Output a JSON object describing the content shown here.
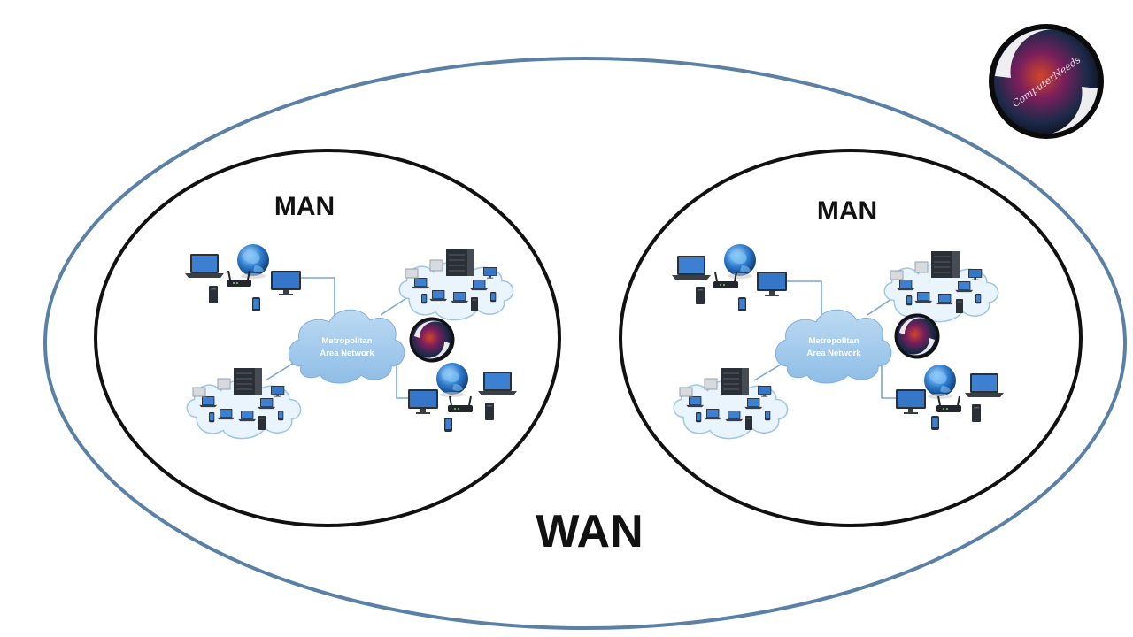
{
  "diagram": {
    "wan": {
      "label": "WAN"
    },
    "mans": [
      {
        "label": "MAN",
        "cloud_label_line1": "Metropolitan",
        "cloud_label_line2": "Area Network"
      },
      {
        "label": "MAN",
        "cloud_label_line1": "Metropolitan",
        "cloud_label_line2": "Area Network"
      }
    ],
    "logo": {
      "text": "ComputerNeeds"
    }
  },
  "colors": {
    "wan_border": "#5b80a6",
    "man_border": "#111111",
    "cloud_fill": "#9dc7ea",
    "link_line": "#7aa6cf",
    "device_dark": "#2b2f36",
    "screen_blue": "#2f6fc0"
  }
}
